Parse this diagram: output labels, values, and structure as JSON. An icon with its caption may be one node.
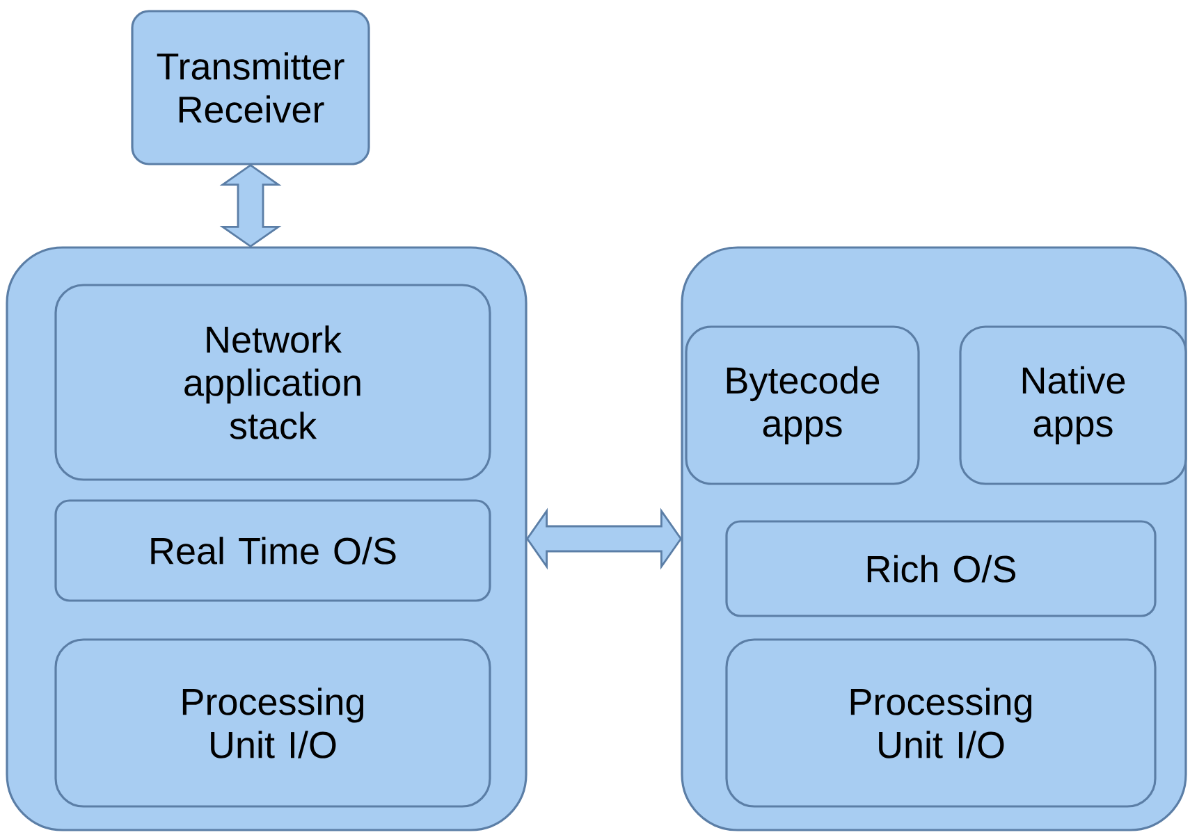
{
  "diagram": {
    "nodes": [
      {
        "text": [
          "Transmitter Receiver"
        ]
      },
      {
        "text": [],
        "shape": "box"
      },
      {
        "text": [
          "Network application stack"
        ],
        "in": 1
      },
      {
        "text": [
          "Real Time O/S"
        ],
        "in": 1
      },
      {
        "text": [
          "Processing Unit I/O"
        ],
        "in": 1
      },
      {
        "text": [],
        "shape": "box"
      },
      {
        "text": [
          "Bytecode apps"
        ],
        "in": 5
      },
      {
        "text": [
          "Native apps"
        ],
        "in": 5
      },
      {
        "text": [
          "Rich O/S"
        ],
        "in": 5
      },
      {
        "text": [
          "Processing Unit I/O"
        ],
        "in": 5
      }
    ],
    "edges": [
      {
        "from": 0,
        "to": 1,
        "arrow": "both"
      },
      {
        "from": 1,
        "to": 5,
        "arrow": "both"
      }
    ]
  }
}
